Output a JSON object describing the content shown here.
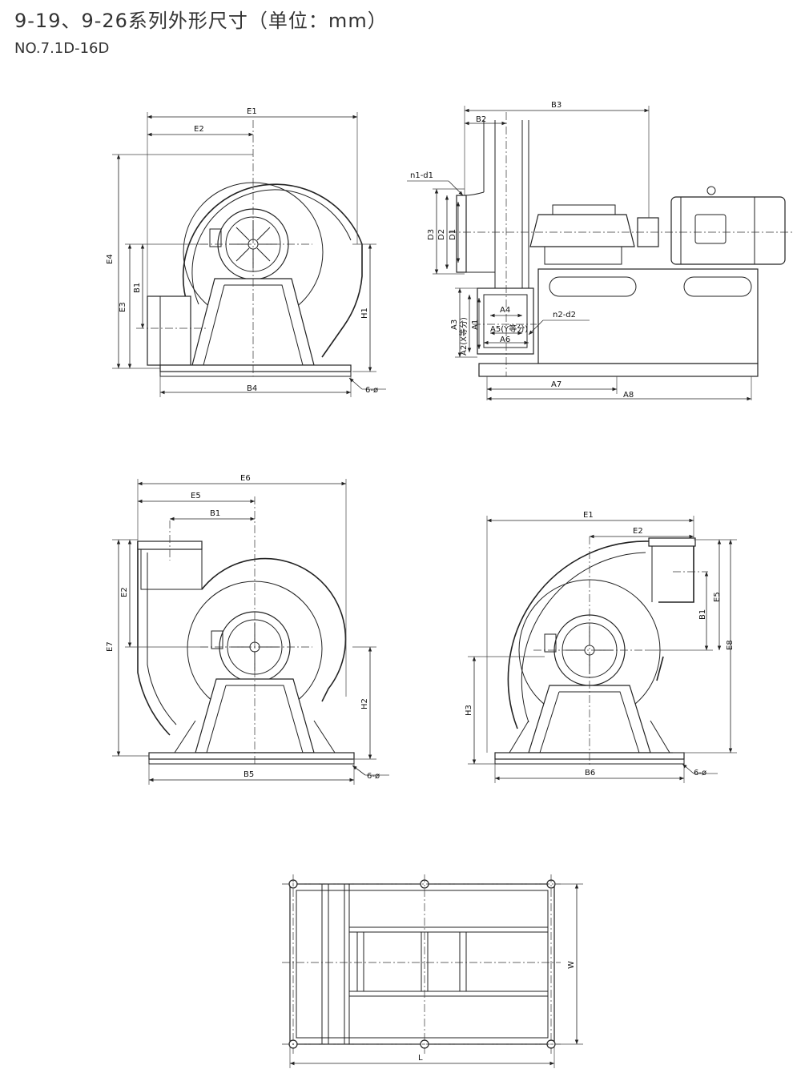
{
  "header": {
    "title": "9-19、9-26系列外形尺寸（单位：mm）",
    "subtitle": "NO.7.1D-16D"
  },
  "labels": {
    "E1": "E1",
    "E2": "E2",
    "E3": "E3",
    "E4": "E4",
    "E5": "E5",
    "E6": "E6",
    "E7": "E7",
    "E8": "E8",
    "B1": "B1",
    "B2": "B2",
    "B3": "B3",
    "B4": "B4",
    "B5": "B5",
    "B6": "B6",
    "H1": "H1",
    "H2": "H2",
    "H3": "H3",
    "D1": "D1",
    "D2": "D2",
    "D3": "D3",
    "A1": "A1",
    "A2": "A2(X等分)",
    "A3": "A3",
    "A4": "A4",
    "A5": "A5(Y等分)",
    "A6": "A6",
    "A7": "A7",
    "A8": "A8",
    "n1d1": "n1-d1",
    "n2d2": "n2-d2",
    "holes": "6-ø",
    "W": "W",
    "L": "L"
  }
}
